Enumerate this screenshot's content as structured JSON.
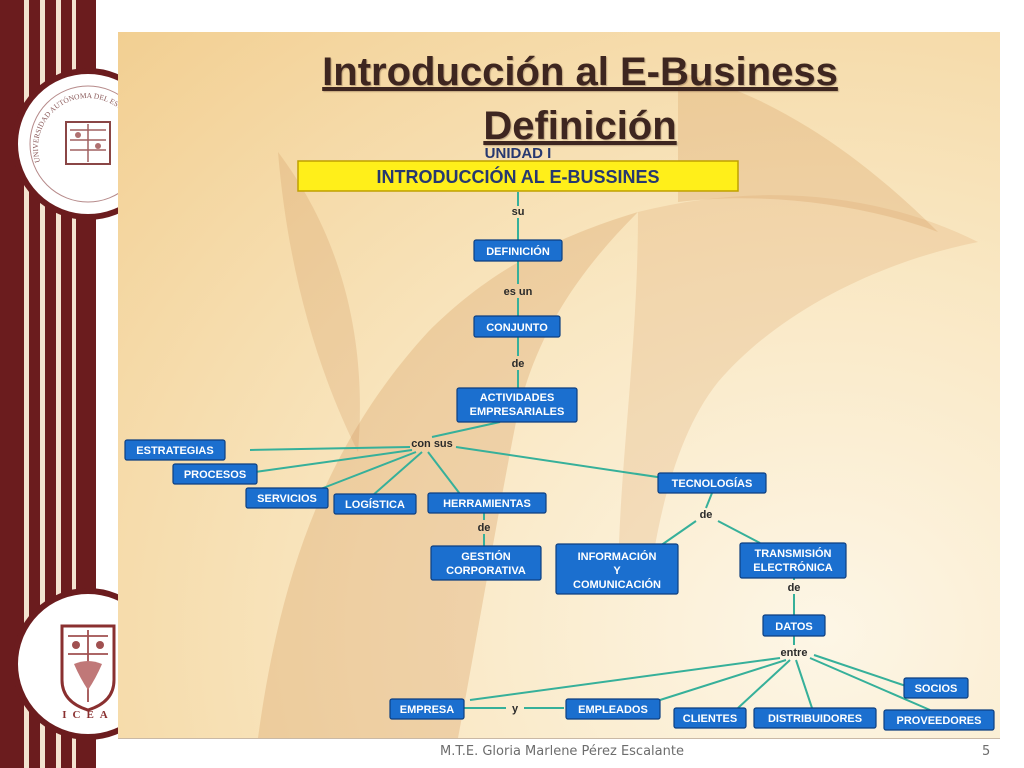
{
  "slide": {
    "title_line1": "Introducción al E-Business",
    "title_line2": "Definición",
    "footer_author": "M.T.E. Gloria Marlene Pérez Escalante",
    "page_number": "5"
  },
  "seals": {
    "top_text": "UNIVERSIDAD AUTÓNOMA DEL ESTADO DE HIDALGO",
    "bottom_text": "ICEA"
  },
  "diagram": {
    "header_partial": "UNIDAD I",
    "header": "INTRODUCCIÓN AL E-BUSSINES",
    "nodes": {
      "definicion": "DEFINICIÓN",
      "conjunto": "CONJUNTO",
      "actividades_1": "ACTIVIDADES",
      "actividades_2": "EMPRESARIALES",
      "estrategias": "ESTRATEGIAS",
      "procesos": "PROCESOS",
      "servicios": "SERVICIOS",
      "logistica": "LOGÍSTICA",
      "herramientas": "HERRAMIENTAS",
      "gestion_1": "GESTIÓN",
      "gestion_2": "CORPORATIVA",
      "tecnologias": "TECNOLOGÍAS",
      "info_1": "INFORMACIÓN",
      "info_2": "Y",
      "info_3": "COMUNICACIÓN",
      "trans_1": "TRANSMISIÓN",
      "trans_2": "ELECTRÓNICA",
      "datos": "DATOS",
      "empresa": "EMPRESA",
      "empleados": "EMPLEADOS",
      "clientes": "CLIENTES",
      "distribuidores": "DISTRIBUIDORES",
      "proveedores": "PROVEEDORES",
      "socios": "SOCIOS"
    },
    "links": {
      "su": "su",
      "es_un": "es un",
      "de1": "de",
      "con_sus": "con sus",
      "de2": "de",
      "de3": "de",
      "de4": "de",
      "entre": "entre",
      "y": "y"
    }
  },
  "colors": {
    "maroon": "#6b1c1e",
    "node_blue": "#1b6fcf",
    "connector": "#36b09a",
    "header_yellow": "#ffef1a"
  }
}
